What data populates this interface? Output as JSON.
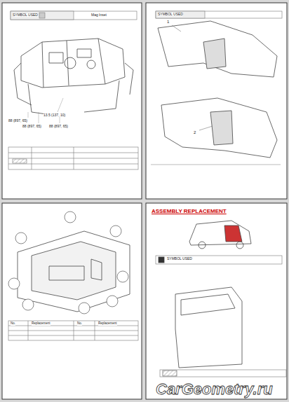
{
  "diagram": {
    "title": "ASSEMBLY REPLACEMENT",
    "labels": [
      "SYMBOL USED",
      "Mag Inset",
      "13.5 (137, 10)",
      "88 (897, 65)",
      "88 (897, 65)",
      "88 (897, 65)",
      "SYMBOL USED",
      "1",
      "2",
      "No.",
      "Replacement",
      "No.",
      "Replacement",
      "SYMBOL USED",
      "CarGeometry.ru"
    ]
  }
}
